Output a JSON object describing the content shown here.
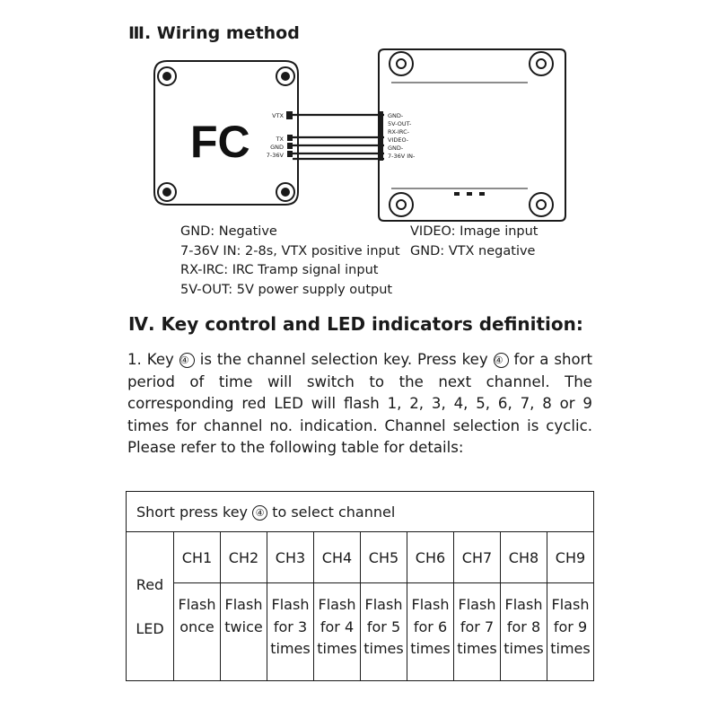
{
  "section3": {
    "heading": "Ⅲ. Wiring method",
    "fc_label": "FC",
    "fc_pins": [
      "VTX",
      "TX",
      "GND",
      "7-36V"
    ],
    "vtx_pins": [
      "GND-",
      "5V-OUT-",
      "RX-IRC-",
      "VIDEO-",
      "GND-",
      "7-36V IN-"
    ],
    "descriptions_left": [
      "GND: Negative",
      "7-36V IN: 2-8s, VTX positive input",
      "RX-IRC: IRC Tramp signal input",
      "5V-OUT: 5V power supply output"
    ],
    "descriptions_right": [
      "VIDEO: Image input",
      "GND: VTX negative"
    ]
  },
  "section4": {
    "heading": "Ⅳ. Key control and LED indicators definition:",
    "paragraph_parts": [
      "1. Key ",
      "④",
      " is the channel selection key. Press key ",
      "④",
      " for a short period of time will switch to the next channel. The corresponding red LED  will flash 1, 2, 3, 4, 5, 6, 7, 8 or 9 times for channel no. indication. Channel selection is cyclic. Please refer to the following table for details:"
    ],
    "table": {
      "caption_parts": [
        "Short press key ",
        "④",
        " to select channel"
      ],
      "row_label_top": "Red",
      "row_label_bottom": "LED",
      "channels": [
        "CH1",
        "CH2",
        "CH3",
        "CH4",
        "CH5",
        "CH6",
        "CH7",
        "CH8",
        "CH9"
      ],
      "actions": [
        [
          "Flash",
          "once"
        ],
        [
          "Flash",
          "twice"
        ],
        [
          "Flash",
          "for 3",
          "times"
        ],
        [
          "Flash",
          "for 4",
          "times"
        ],
        [
          "Flash",
          "for 5",
          "times"
        ],
        [
          "Flash",
          "for 6",
          "times"
        ],
        [
          "Flash",
          "for 7",
          "times"
        ],
        [
          "Flash",
          "for 8",
          "times"
        ],
        [
          "Flash",
          "for 9",
          "times"
        ]
      ]
    }
  }
}
